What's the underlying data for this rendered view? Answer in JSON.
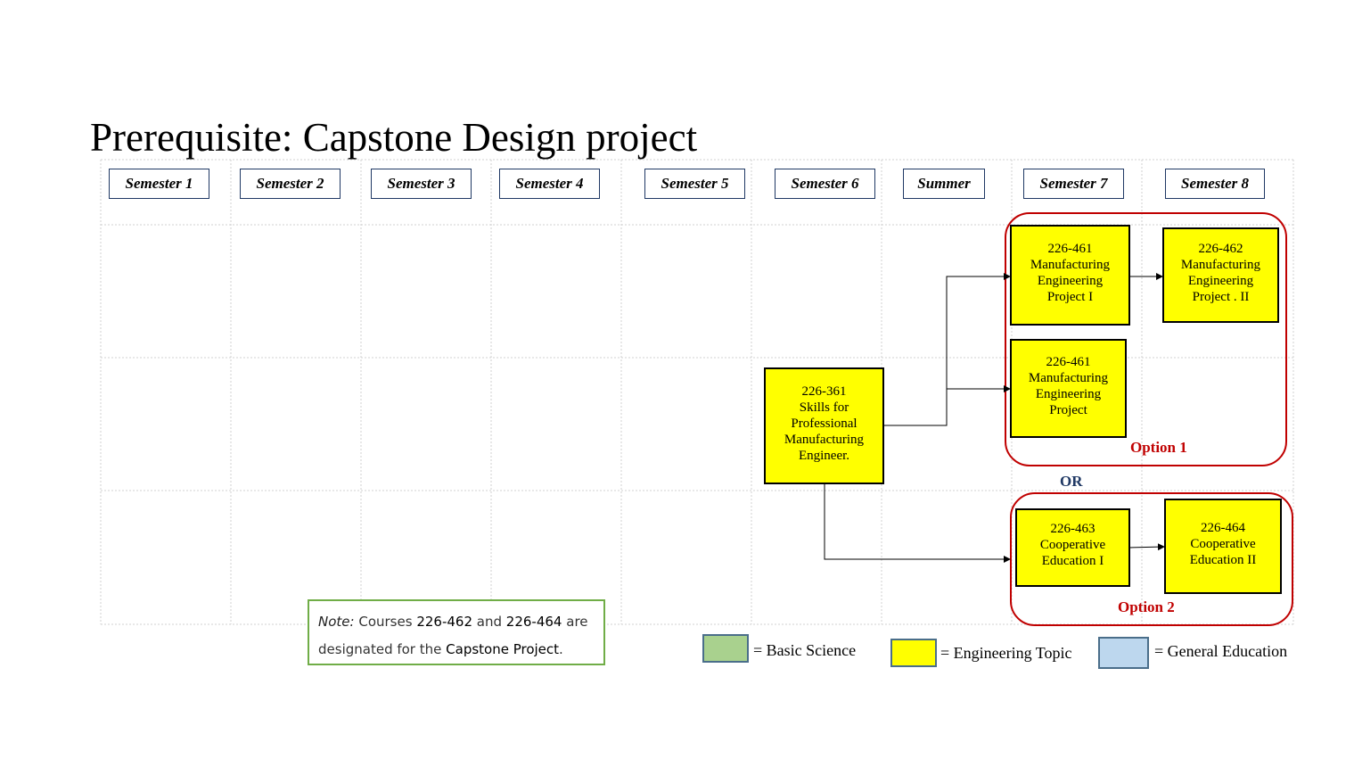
{
  "title": "Prerequisite: Capstone Design project",
  "semesters": [
    "Semester 1",
    "Semester 2",
    "Semester 3",
    "Semester 4",
    "Semester 5",
    "Semester 6",
    "Summer",
    "Semester 7",
    "Semester 8"
  ],
  "courses": {
    "c361": [
      "226-361",
      "Skills for",
      "Professional",
      "Manufacturing",
      "Engineer."
    ],
    "c461a": [
      "226-461",
      "Manufacturing",
      "Engineering",
      "Project I"
    ],
    "c462": [
      "226-462",
      "Manufacturing",
      "Engineering",
      "Project . II"
    ],
    "c461b": [
      "226-461",
      "Manufacturing",
      "Engineering",
      "Project"
    ],
    "c463": [
      "226-463",
      "Cooperative",
      "Education I"
    ],
    "c464": [
      "226-464",
      "Cooperative",
      "Education II"
    ]
  },
  "options": {
    "option1": "Option 1",
    "option2": "Option 2",
    "or": "OR"
  },
  "note": {
    "lead": "Note:",
    "text1": "Courses",
    "course_a": "226-462",
    "text2": "and",
    "course_b": "226-464",
    "text3": "are",
    "text4": "designated for the",
    "project": "Capstone Project",
    "end": "."
  },
  "legend": [
    {
      "label": "= Basic Science",
      "color": "#a9d18e"
    },
    {
      "label": "= Engineering Topic",
      "color": "#ffff00"
    },
    {
      "label": "= General Education",
      "color": "#bdd7ee"
    }
  ]
}
